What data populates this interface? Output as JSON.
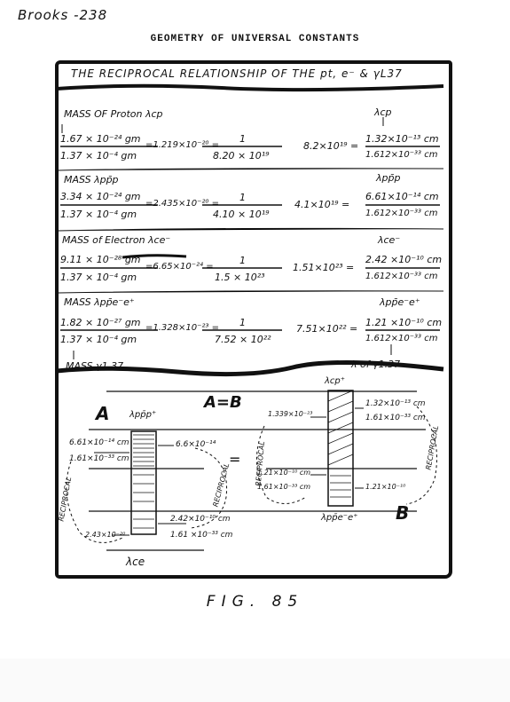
{
  "header": "Brooks -238",
  "title": "GEOMETRY OF UNIVERSAL CONSTANTS",
  "box_title": "THE RECIPROCAL RELATIONSHIP OF THE pt, e⁻ & γL37",
  "rows": [
    {
      "label": "MASS OF Proton λcp",
      "right_label": "λcp",
      "num": "1.67 × 10⁻²⁴ gm",
      "den": "1.37 × 10⁻⁴ gm",
      "ratio": "=1.219×10⁻²⁰ =",
      "one": "1",
      "recip": "8.20 × 10¹⁹",
      "mid": "8.2×10¹⁹ =",
      "lam_num": "1.32×10⁻¹³ cm",
      "lam_den": "1.612×10⁻³³ cm"
    },
    {
      "label": "MASS λpp̄p",
      "right_label": "λpp̄p",
      "num": "3.34 × 10⁻²⁴ gm",
      "den": "1.37 × 10⁻⁴ gm",
      "ratio": "=2.435×10⁻²⁰ =",
      "one": "1",
      "recip": "4.10 × 10¹⁹",
      "mid": "4.1×10¹⁹ =",
      "lam_num": "6.61×10⁻¹⁴ cm",
      "lam_den": "1.612×10⁻³³ cm"
    },
    {
      "label": "MASS of Electron λce⁻",
      "right_label": "λce⁻",
      "num": "9.11 × 10⁻²⁸ gm",
      "den": "1.37 × 10⁻⁴ gm",
      "ratio": "=6.65×10⁻²⁴ =",
      "one": "1",
      "recip": "1.5 × 10²³",
      "mid": "1.51×10²³ =",
      "lam_num": "2.42 ×10⁻¹⁰ cm",
      "lam_den": "1.612×10⁻³³ cm"
    },
    {
      "label": "MASS λpp̄e⁻e⁺",
      "right_label": "λpp̄e⁻e⁺",
      "num": "1.82 × 10⁻²⁷ gm",
      "den": "1.37 × 10⁻⁴ gm",
      "ratio": "=1.328×10⁻²³ =",
      "one": "1",
      "recip": "7.52 × 10²²",
      "mid": "7.51×10²² =",
      "lam_num": "1.21 ×10⁻¹⁰ cm",
      "lam_den": "1.612×10⁻³³ cm"
    }
  ],
  "bottom_left": "MASS γ1.37",
  "bottom_right": "λ of γ1.37",
  "diagram": {
    "A": "A",
    "B": "B",
    "eq": "A=B",
    "eq_small": "=",
    "top_A": "λpp̄p⁺",
    "A_v1": "6.61×10⁻¹⁴ cm",
    "A_v2": "1.61×10⁻³³ cm",
    "A_v3": "6.6×10⁻¹⁴",
    "A_v4": "2.42×10⁻¹⁰ cm",
    "A_v5": "1.61 ×10⁻³³ cm",
    "A_v6": "2.43×10⁻²⁰",
    "bottom_A": "λce",
    "recip_left": "RECIPROCAL",
    "recip_mid": "RECIPROCAL",
    "recip_B": "RECIPROCAL",
    "recip_right": "RECIPROCAL",
    "top_B": "λcp⁺",
    "B_v1": "1.32×10⁻¹³ cm",
    "B_v2": "1.61×10⁻³³ cm",
    "B_v3": "1.339×10⁻²³",
    "B_v4": "1.21×10⁻¹⁰ cm",
    "B_v5": "1.61×10⁻³³ cm",
    "B_v6": "1.21×10⁻¹⁰",
    "bottom_B": "λpp̄e⁻e⁺"
  },
  "caption": "FIG. 85"
}
